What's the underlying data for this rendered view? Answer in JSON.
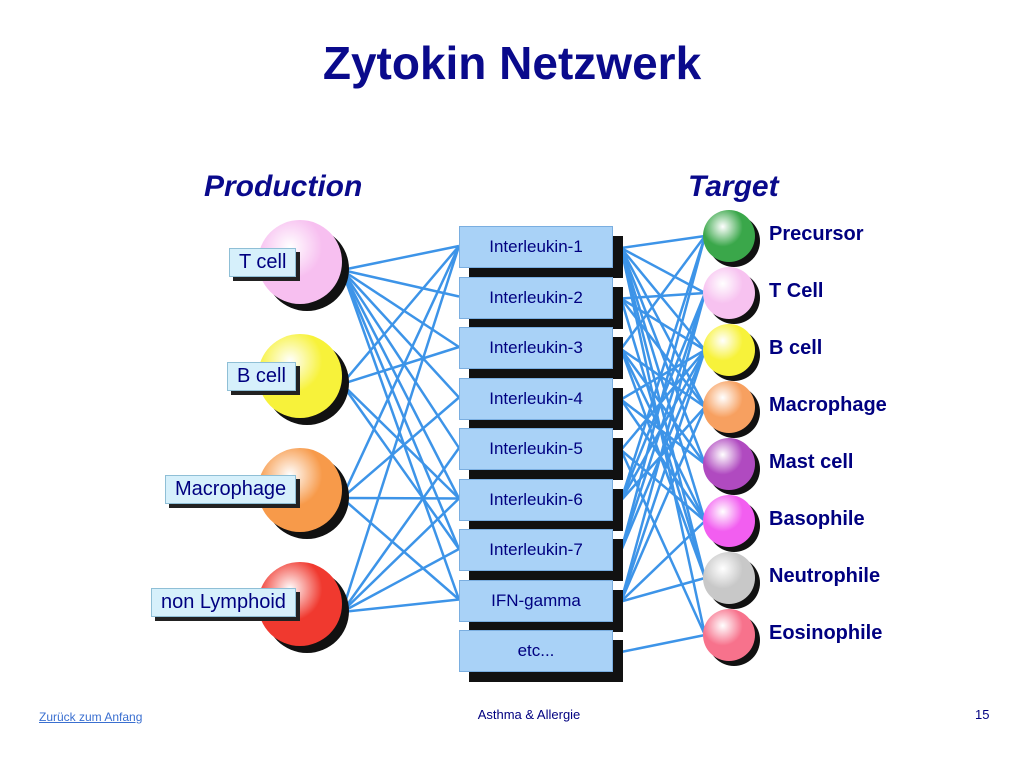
{
  "title": "Zytokin Netzwerk",
  "production_label": "Production",
  "target_label": "Target",
  "producers": [
    {
      "label": "T cell",
      "color": "#f7bff0"
    },
    {
      "label": "B cell",
      "color": "#f7f23a"
    },
    {
      "label": "Macrophage",
      "color": "#f79a4a"
    },
    {
      "label": "non Lymphoid",
      "color": "#f0392f"
    }
  ],
  "cytokines": [
    "Interleukin-1",
    "Interleukin-2",
    "Interleukin-3",
    "Interleukin-4",
    "Interleukin-5",
    "Interleukin-6",
    "Interleukin-7",
    "IFN-gamma",
    "etc..."
  ],
  "targets": [
    {
      "label": "Precursor",
      "color": "#3aa74a"
    },
    {
      "label": "T Cell",
      "color": "#f7c2f0"
    },
    {
      "label": "B cell",
      "color": "#f7f23a"
    },
    {
      "label": "Macrophage",
      "color": "#f7a060"
    },
    {
      "label": "Mast cell",
      "color": "#b04ac0"
    },
    {
      "label": "Basophile",
      "color": "#f25ef0"
    },
    {
      "label": "Neutrophile",
      "color": "#c8c8c8"
    },
    {
      "label": "Eosinophile",
      "color": "#f7728c"
    }
  ],
  "production_edges": [
    [
      0,
      0
    ],
    [
      0,
      1
    ],
    [
      0,
      2
    ],
    [
      0,
      3
    ],
    [
      0,
      4
    ],
    [
      0,
      5
    ],
    [
      0,
      6
    ],
    [
      0,
      7
    ],
    [
      1,
      0
    ],
    [
      1,
      2
    ],
    [
      1,
      5
    ],
    [
      1,
      6
    ],
    [
      2,
      0
    ],
    [
      2,
      3
    ],
    [
      2,
      5
    ],
    [
      2,
      7
    ],
    [
      3,
      0
    ],
    [
      3,
      4
    ],
    [
      3,
      5
    ],
    [
      3,
      6
    ],
    [
      3,
      7
    ]
  ],
  "target_edges": [
    [
      0,
      0
    ],
    [
      0,
      1
    ],
    [
      0,
      2
    ],
    [
      0,
      3
    ],
    [
      0,
      4
    ],
    [
      0,
      5
    ],
    [
      0,
      6
    ],
    [
      0,
      7
    ],
    [
      1,
      1
    ],
    [
      1,
      2
    ],
    [
      1,
      3
    ],
    [
      1,
      6
    ],
    [
      2,
      0
    ],
    [
      2,
      3
    ],
    [
      2,
      4
    ],
    [
      2,
      5
    ],
    [
      2,
      6
    ],
    [
      3,
      2
    ],
    [
      3,
      4
    ],
    [
      3,
      5
    ],
    [
      4,
      2
    ],
    [
      4,
      5
    ],
    [
      4,
      7
    ],
    [
      5,
      0
    ],
    [
      5,
      1
    ],
    [
      5,
      2
    ],
    [
      5,
      3
    ],
    [
      6,
      0
    ],
    [
      6,
      1
    ],
    [
      6,
      2
    ],
    [
      7,
      1
    ],
    [
      7,
      2
    ],
    [
      7,
      3
    ],
    [
      7,
      5
    ],
    [
      7,
      6
    ],
    [
      8,
      7
    ]
  ],
  "colors": {
    "title": "#0a0a8c",
    "edge": "#3d94e8",
    "box": "#a9d2f7"
  },
  "footer": {
    "link": "Zurück zum Anfang",
    "center": "Asthma & Allergie",
    "page": "15"
  }
}
